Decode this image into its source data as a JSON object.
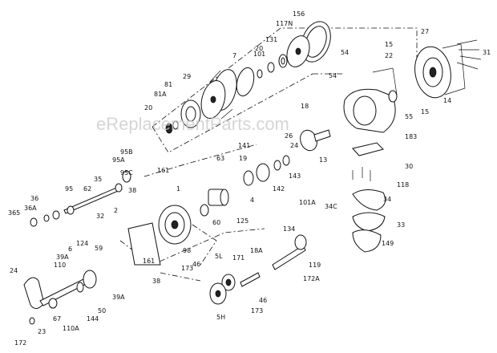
{
  "watermark": "eReplacementParts.com",
  "labels": [
    "156",
    "117N",
    "131",
    "20",
    "101",
    "7",
    "29",
    "81",
    "81A",
    "20",
    "54",
    "15",
    "22",
    "27",
    "31",
    "14",
    "15",
    "54",
    "55",
    "183",
    "18",
    "26",
    "24",
    "141",
    "19",
    "143",
    "142",
    "13",
    "30",
    "63",
    "4",
    "125",
    "60",
    "1",
    "161",
    "95B",
    "95A",
    "95C",
    "35",
    "62",
    "95",
    "36",
    "36A",
    "365",
    "38",
    "2",
    "32",
    "98",
    "124",
    "59",
    "6",
    "39A",
    "110",
    "24",
    "67",
    "23",
    "172",
    "144",
    "110A",
    "50",
    "39A",
    "46",
    "173",
    "5L",
    "5H",
    "46",
    "173",
    "171",
    "18A",
    "134",
    "172A",
    "101A",
    "119",
    "118",
    "34",
    "34C",
    "33",
    "149",
    "38",
    "161"
  ]
}
